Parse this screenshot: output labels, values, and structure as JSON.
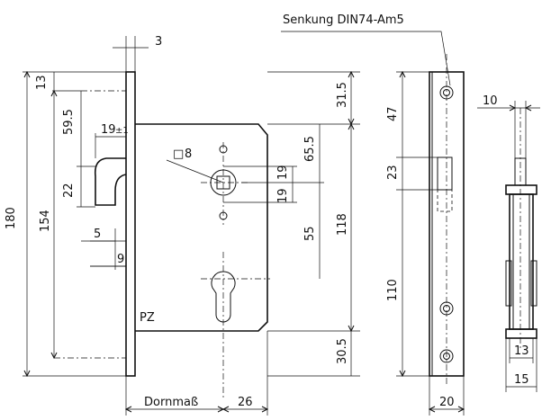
{
  "colors": {
    "line": "#111111",
    "background": "#ffffff"
  },
  "header": {
    "countersink_note": "Senkung DIN74-Am5"
  },
  "front_view": {
    "dim_faceplate_thickness": "3",
    "dim_total_height": "180",
    "dim_screw_spacing": "154",
    "dim_top_offset": "13",
    "dim_latch_position": "59.5",
    "dim_latch_projection": "19",
    "dim_latch_tolerance": "±1",
    "dim_latch_height": "22",
    "dim_latch_gap": "5",
    "dim_latch_depth": "9",
    "dim_square_spindle_prefix": "□",
    "dim_square_spindle": "8",
    "dim_spindle_up": "19",
    "dim_spindle_down": "19",
    "dim_top_edge": "31.5",
    "dim_upper_height": "65.5",
    "dim_lower_height": "55",
    "dim_centre_distance": "118",
    "dim_bottom_edge": "30.5",
    "profile_cylinder": "PZ",
    "dim_backset": "Dornmaß",
    "dim_cylinder_offset": "26"
  },
  "side_view": {
    "dim_screw_top": "47",
    "dim_latch_opening": "23",
    "dim_lower_screw": "110",
    "dim_faceplate_width": "20"
  },
  "edge_view": {
    "dim_spindle_width": "10",
    "dim_case_depth": "13",
    "dim_total_depth": "15"
  }
}
